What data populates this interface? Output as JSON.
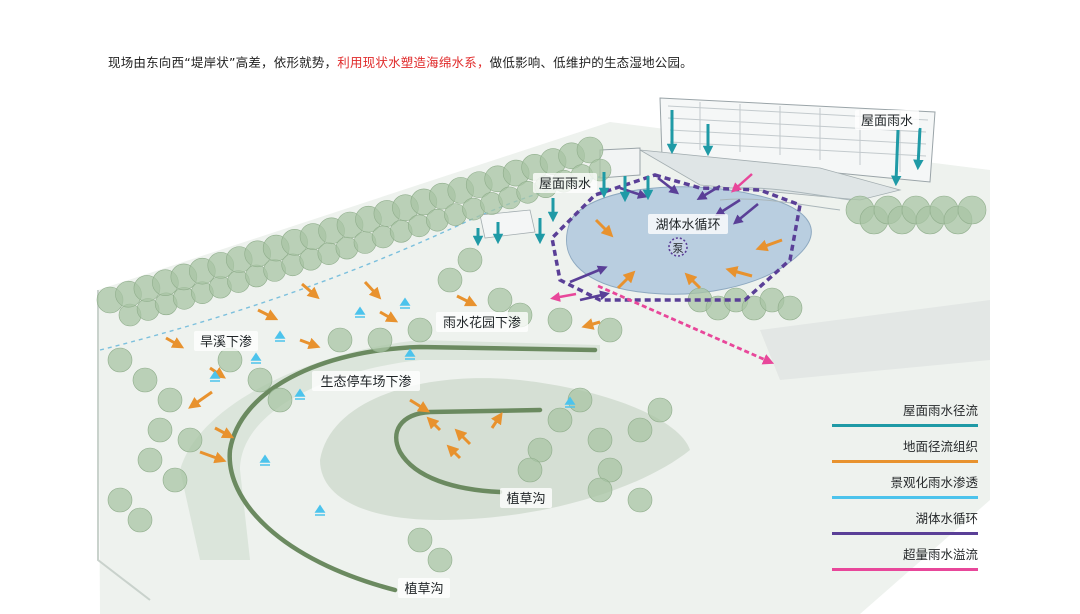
{
  "caption": {
    "part1": "现场由东向西“堤岸状”高差，依形就势，",
    "highlight": "利用现状水塑造海绵水系，",
    "part2": "做低影响、低维护的生态湿地公园。"
  },
  "labels": {
    "roof_rain_building": "屋面雨水",
    "roof_rain_pavilion": "屋面雨水",
    "lake_circulation": "湖体水循环",
    "pump": "泵",
    "dry_creek": "旱溪下渗",
    "rain_garden": "雨水花园下渗",
    "eco_parking": "生态停车场下渗",
    "grass_swale_inner": "植草沟",
    "grass_swale_outer": "植草沟"
  },
  "legend": [
    {
      "text": "屋面雨水径流",
      "color": "#1f9aa6"
    },
    {
      "text": "地面径流组织",
      "color": "#e8922e"
    },
    {
      "text": "景观化雨水渗透",
      "color": "#4cc3ec"
    },
    {
      "text": "湖体水循环",
      "color": "#5a3f97"
    },
    {
      "text": "超量雨水溢流",
      "color": "#e8479a"
    }
  ],
  "colors": {
    "roof_runoff": "#1f9aa6",
    "ground_runoff": "#e8922e",
    "infiltration": "#4cc3ec",
    "lake_circulation": "#5a3f97",
    "overflow": "#e8479a",
    "tree": "#a8c4a4",
    "lake": "#b9cee0",
    "swale": "#6b8a60"
  }
}
